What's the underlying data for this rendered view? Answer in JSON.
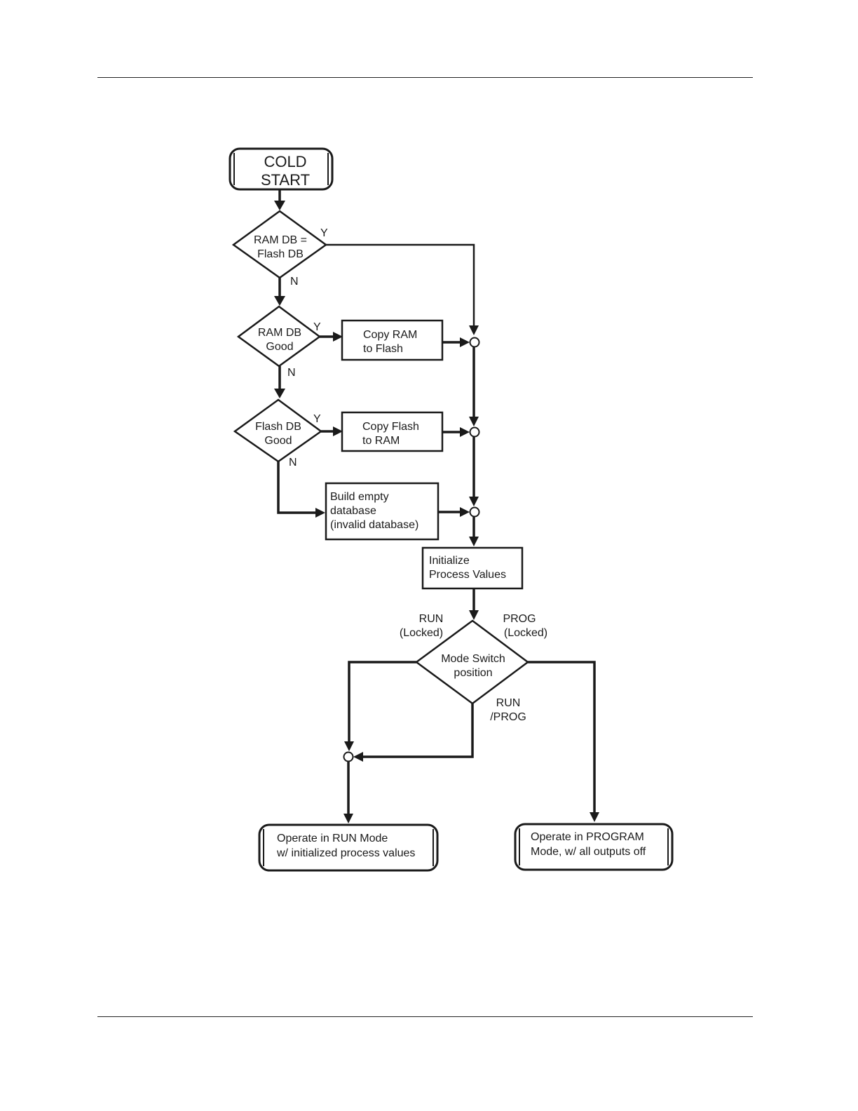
{
  "diagram": {
    "start": {
      "lines": [
        "COLD",
        "START"
      ]
    },
    "decision_ram_eq_flash": {
      "lines": [
        "RAM DB =",
        "Flash DB"
      ],
      "yes": "Y",
      "no": "N"
    },
    "decision_ram_good": {
      "lines": [
        "RAM DB",
        "Good"
      ],
      "yes": "Y",
      "no": "N"
    },
    "decision_flash_good": {
      "lines": [
        "Flash DB",
        "Good"
      ],
      "yes": "Y",
      "no": "N"
    },
    "copy_ram_to_flash": {
      "lines": [
        "Copy RAM",
        "to Flash"
      ]
    },
    "copy_flash_to_ram": {
      "lines": [
        "Copy Flash",
        "to RAM"
      ]
    },
    "build_empty_db": {
      "lines": [
        "Build empty",
        "database",
        "(invalid database)"
      ]
    },
    "init_process_values": {
      "lines": [
        "Initialize",
        "Process Values"
      ]
    },
    "mode_switch": {
      "lines": [
        "Mode Switch",
        "position"
      ],
      "run_locked": [
        "RUN",
        "(Locked)"
      ],
      "prog_locked": [
        "PROG",
        "(Locked)"
      ],
      "run_prog": [
        "RUN",
        "/PROG"
      ]
    },
    "operate_run": {
      "lines": [
        "Operate in RUN Mode",
        "w/ initialized process values"
      ]
    },
    "operate_program": {
      "lines": [
        "Operate in PROGRAM",
        "Mode, w/ all outputs off"
      ]
    }
  }
}
